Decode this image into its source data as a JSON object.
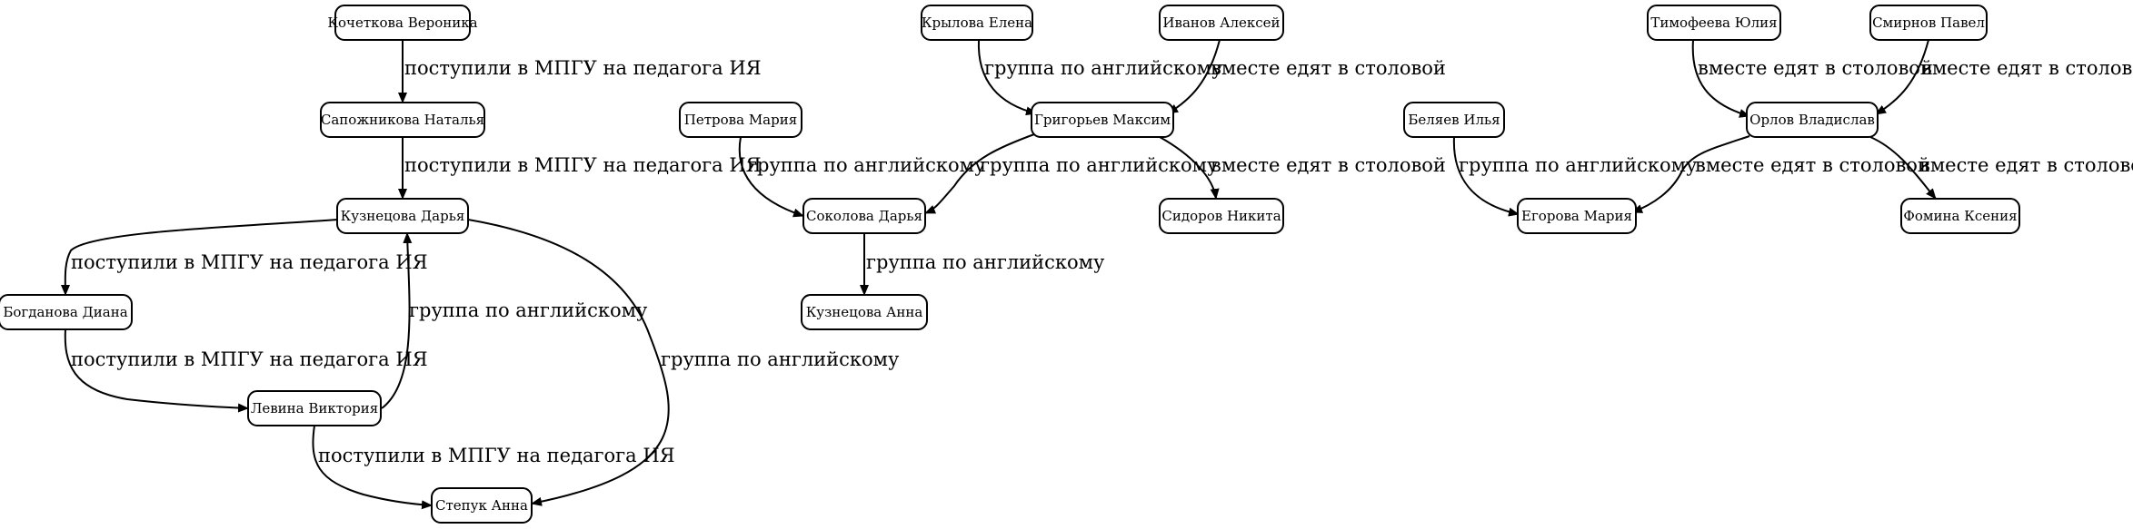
{
  "nodes": {
    "kochetkova": "Кочеткова Вероника",
    "sapozhnikova": "Сапожникова Наталья",
    "kuznetsova_darya": "Кузнецова Дарья",
    "bogdanova": "Богданова Диана",
    "levina": "Левина Виктория",
    "stepuk": "Степук Анна",
    "petrova": "Петрова Мария",
    "krylova": "Крылова Елена",
    "ivanov": "Иванов Алексей",
    "grigoryev": "Григорьев Максим",
    "sokolova": "Соколова Дарья",
    "kuznetsova_anna": "Кузнецова Анна",
    "sidorov": "Сидоров Никита",
    "timofeeva": "Тимофеева Юлия",
    "smirnov": "Смирнов Павел",
    "orlov": "Орлов Владислав",
    "belyaev": "Беляев Илья",
    "egorova": "Егорова Мария",
    "fomina": "Фомина Ксения"
  },
  "edges": [
    {
      "from": "kochetkova",
      "to": "sapozhnikova",
      "label": "поступили в МПГУ на педагога ИЯ"
    },
    {
      "from": "sapozhnikova",
      "to": "kuznetsova_darya",
      "label": "поступили в МПГУ на педагога ИЯ"
    },
    {
      "from": "kuznetsova_darya",
      "to": "bogdanova",
      "label": "поступили в МПГУ на педагога ИЯ"
    },
    {
      "from": "bogdanova",
      "to": "levina",
      "label": "поступили в МПГУ на педагога ИЯ"
    },
    {
      "from": "levina",
      "to": "kuznetsova_darya",
      "label": "группа по английскому"
    },
    {
      "from": "levina",
      "to": "stepuk",
      "label": "поступили в МПГУ на педагога ИЯ"
    },
    {
      "from": "kuznetsova_darya",
      "to": "stepuk",
      "label": "группа по английскому"
    },
    {
      "from": "petrova",
      "to": "sokolova",
      "label": "группа по английскому"
    },
    {
      "from": "krylova",
      "to": "grigoryev",
      "label": "группа по английскому"
    },
    {
      "from": "ivanov",
      "to": "grigoryev",
      "label": "вместе едят в столовой"
    },
    {
      "from": "grigoryev",
      "to": "sokolova",
      "label": "группа по английскому"
    },
    {
      "from": "grigoryev",
      "to": "sidorov",
      "label": "вместе едят в столовой"
    },
    {
      "from": "sokolova",
      "to": "kuznetsova_anna",
      "label": "группа по английскому"
    },
    {
      "from": "timofeeva",
      "to": "orlov",
      "label": "вместе едят в столовой"
    },
    {
      "from": "smirnov",
      "to": "orlov",
      "label": "вместе едят в столовой"
    },
    {
      "from": "belyaev",
      "to": "egorova",
      "label": "группа по английскому"
    },
    {
      "from": "orlov",
      "to": "egorova",
      "label": "вместе едят в столовой"
    },
    {
      "from": "orlov",
      "to": "fomina",
      "label": "вместе едят в столовой"
    }
  ]
}
